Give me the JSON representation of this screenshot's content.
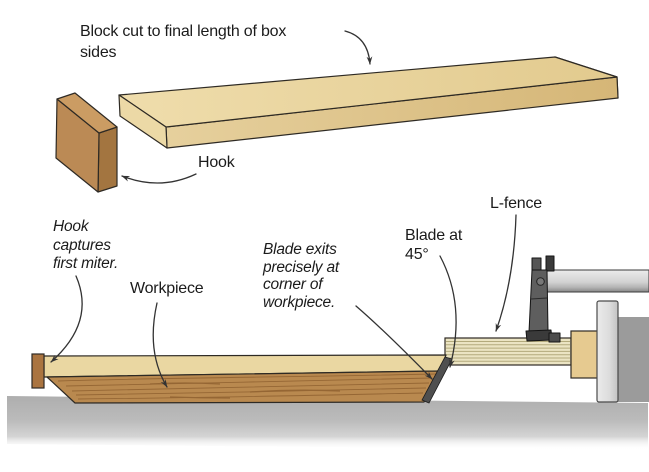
{
  "labels": {
    "block_cut": "Block cut to final length of box\nsides",
    "hook_top": "Hook",
    "hook_captures": "Hook\ncaptures\nfirst miter.",
    "workpiece": "Workpiece",
    "blade_exits": "Blade exits\nprecisely at\ncorner of\nworkpiece.",
    "blade_at_45": "Blade at\n45°",
    "l_fence": "L-fence"
  },
  "colors": {
    "outline": "#2e2a24",
    "board_top": "#ecd9a6",
    "board_front": "#dfc68e",
    "board_end": "#d9bc7e",
    "hook_front": "#bb8a55",
    "hook_top_face": "#cb9c63",
    "hook_side": "#a37540",
    "workpiece_top": "#ead7a2",
    "workpiece_face": "#b9894f",
    "grain": "#8f6130",
    "hook_block": "#aa7440",
    "plywood": "#ebe4c3",
    "plywood_stripe": "#b3aa7c",
    "spacer_block": "#e6ca90",
    "blade": "#4f4f4f",
    "clamp_body": "#5e5e5e",
    "clamp_dark": "#3a3a3a",
    "shadow_band": "#9b9b9b",
    "table": "#b2b2b2",
    "arrow": "#333333",
    "text": "#1b1b1b"
  }
}
